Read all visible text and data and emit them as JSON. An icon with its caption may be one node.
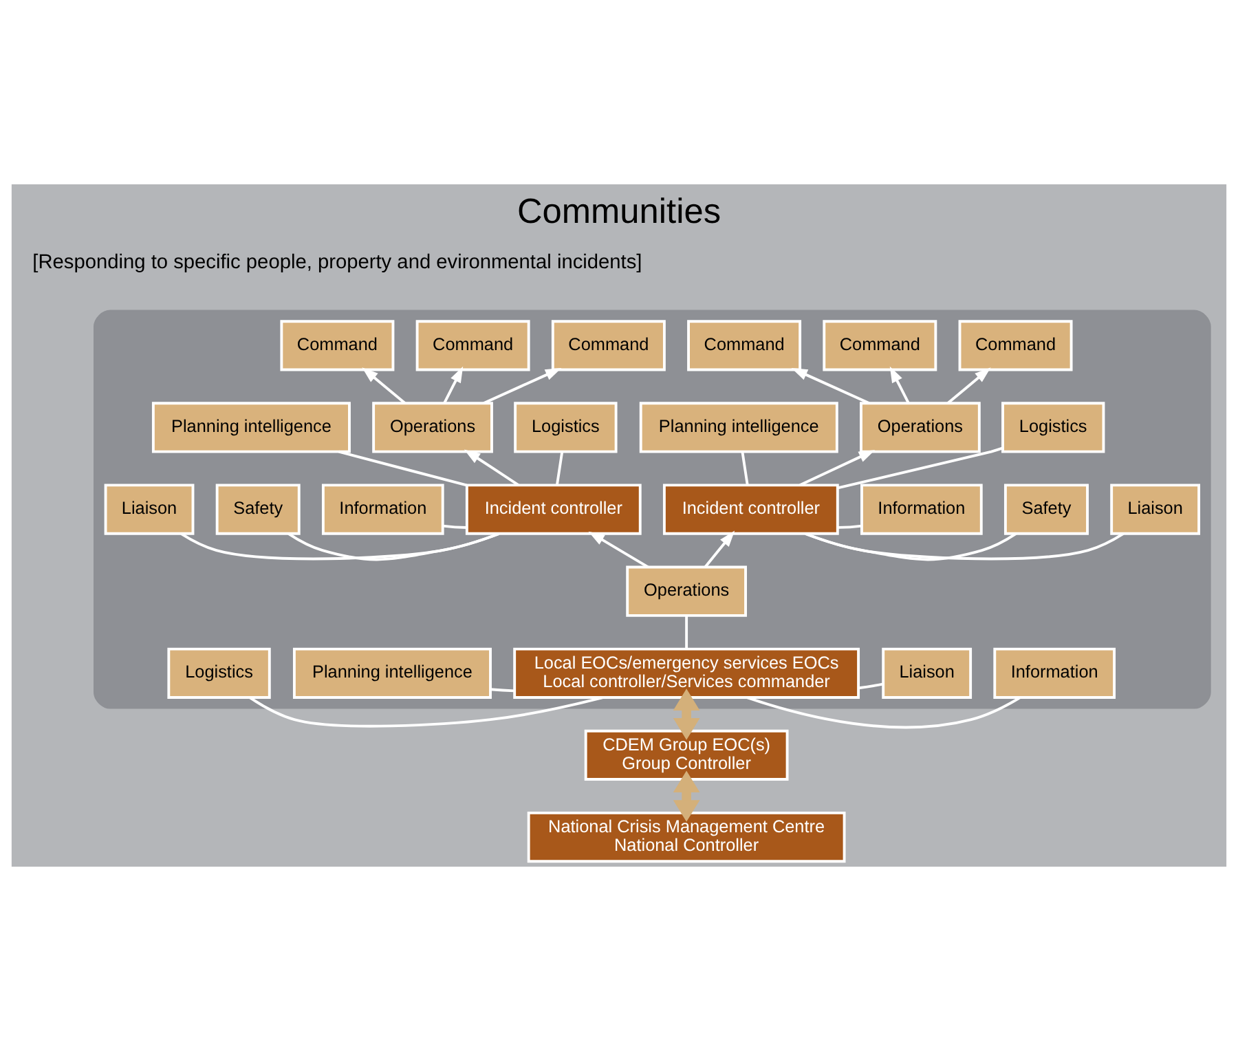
{
  "diagram": {
    "title": "Communities",
    "nodes": [
      {
        "text": [],
        "shape": "box"
      },
      {
        "text": [
          "Command"
        ],
        "in": 0
      },
      {
        "text": [
          "Command"
        ],
        "in": 0
      },
      {
        "text": [
          "Command"
        ],
        "in": 0
      },
      {
        "text": [
          "Command"
        ],
        "in": 0
      },
      {
        "text": [
          "Command"
        ],
        "in": 0
      },
      {
        "text": [
          "Command"
        ],
        "in": 0
      },
      {
        "text": [
          "Planning intelligence"
        ],
        "in": 0
      },
      {
        "text": [
          "Operations"
        ],
        "in": 0
      },
      {
        "text": [
          "Logistics"
        ],
        "in": 0
      },
      {
        "text": [
          "Planning intelligence"
        ],
        "in": 0
      },
      {
        "text": [
          "Operations"
        ],
        "in": 0
      },
      {
        "text": [
          "Logistics"
        ],
        "in": 0
      },
      {
        "text": [
          "Liaison"
        ],
        "in": 0
      },
      {
        "text": [
          "Information"
        ],
        "in": 0
      },
      {
        "text": [
          "Safety"
        ],
        "in": 0
      },
      {
        "text": [
          "Incident controller"
        ],
        "in": 0
      },
      {
        "text": [
          "Incident controller"
        ],
        "in": 0
      },
      {
        "text": [
          "Safety"
        ],
        "in": 0
      },
      {
        "text": [
          "Information"
        ],
        "in": 0
      },
      {
        "text": [
          "Liaison"
        ],
        "in": 0
      },
      {
        "text": [
          "Operations"
        ],
        "in": 0
      },
      {
        "text": [
          "Logistics"
        ],
        "in": 0
      },
      {
        "text": [
          "Liaison"
        ],
        "in": 0
      },
      {
        "text": [
          "Local EOCs/emergency services EOCs",
          "Local controller/Services commander"
        ],
        "in": 0
      },
      {
        "text": [
          "Planning intelligence"
        ],
        "in": 0
      },
      {
        "text": [
          "Information"
        ],
        "in": 0
      },
      {
        "text": [
          "CDEM Group EOC(s)",
          "Group Controller"
        ]
      },
      {
        "text": [
          "National Crisis Management Centre",
          "National Controller"
        ]
      }
    ],
    "edges": [
      {
        "from": 8,
        "to": 1,
        "arrow": "to"
      },
      {
        "from": 8,
        "to": 2,
        "arrow": "to"
      },
      {
        "from": 8,
        "to": 3,
        "arrow": "to"
      },
      {
        "from": 11,
        "to": 4,
        "arrow": "to"
      },
      {
        "from": 11,
        "to": 5,
        "arrow": "to"
      },
      {
        "from": 11,
        "to": 6,
        "arrow": "to"
      },
      {
        "from": 16,
        "to": 7,
        "arrow": "none"
      },
      {
        "from": 16,
        "to": 8,
        "arrow": "to"
      },
      {
        "from": 16,
        "to": 9,
        "arrow": "none"
      },
      {
        "from": 17,
        "to": 10,
        "arrow": "none"
      },
      {
        "from": 17,
        "to": 11,
        "arrow": "to"
      },
      {
        "from": 17,
        "to": 12,
        "arrow": "none"
      },
      {
        "from": 13,
        "to": 16,
        "arrow": "none"
      },
      {
        "from": 15,
        "to": 16,
        "arrow": "none"
      },
      {
        "from": 19,
        "to": 16,
        "arrow": "none"
      },
      {
        "from": 17,
        "to": 14,
        "arrow": "none"
      },
      {
        "from": 17,
        "to": 18,
        "arrow": "none"
      },
      {
        "from": 17,
        "to": 20,
        "arrow": "none"
      },
      {
        "from": 21,
        "to": 16,
        "arrow": "to"
      },
      {
        "from": 21,
        "to": 17,
        "arrow": "to"
      },
      {
        "from": 24,
        "to": 21,
        "arrow": "none"
      },
      {
        "from": 22,
        "to": 24,
        "arrow": "none"
      },
      {
        "from": 25,
        "to": 24,
        "arrow": "none"
      },
      {
        "from": 24,
        "to": 23,
        "arrow": "none"
      },
      {
        "from": 24,
        "to": 26,
        "arrow": "none"
      },
      {
        "from": 27,
        "to": 24,
        "arrow": "both",
        "style": "thick",
        "color": "#d4b07a"
      },
      {
        "from": 28,
        "to": 27,
        "arrow": "both",
        "style": "thick",
        "color": "#d4b07a"
      }
    ],
    "labels": [
      "[Responding to specific people, property and evironmental incidents]"
    ]
  }
}
